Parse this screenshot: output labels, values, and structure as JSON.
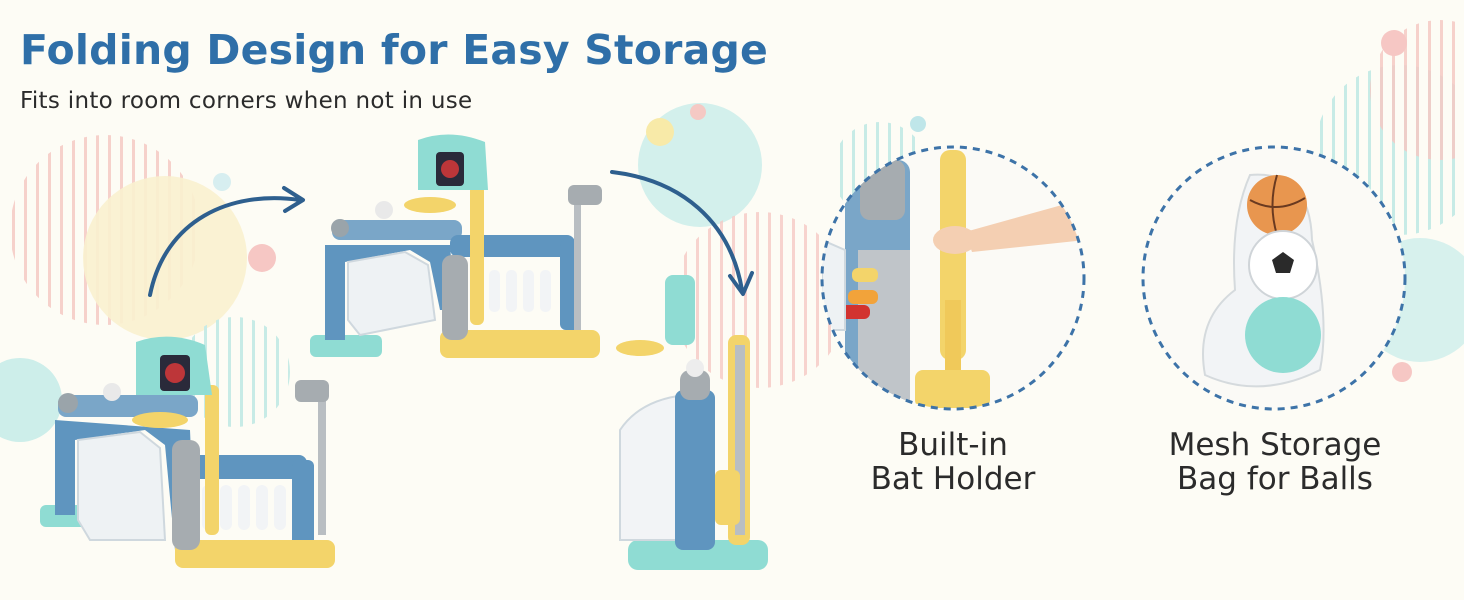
{
  "header": {
    "title": "Folding Design for Easy Storage",
    "subtitle": "Fits into room corners when not in use"
  },
  "features": {
    "bat_holder": {
      "line1": "Built-in",
      "line2": "Bat Holder"
    },
    "mesh_bag": {
      "line1": "Mesh Storage",
      "line2": "Bag for Balls"
    }
  },
  "colors": {
    "title": "#2f6fa8",
    "text": "#2b2b2b",
    "background": "#fdfcf5",
    "toy_blue": "#5f95bf",
    "toy_yellow": "#f3d46a",
    "toy_mint": "#8fdcd3",
    "dashed_circle": "#3d73a8",
    "arrow": "#2e5f8e"
  },
  "icons": [
    "curved-arrow-icon"
  ]
}
